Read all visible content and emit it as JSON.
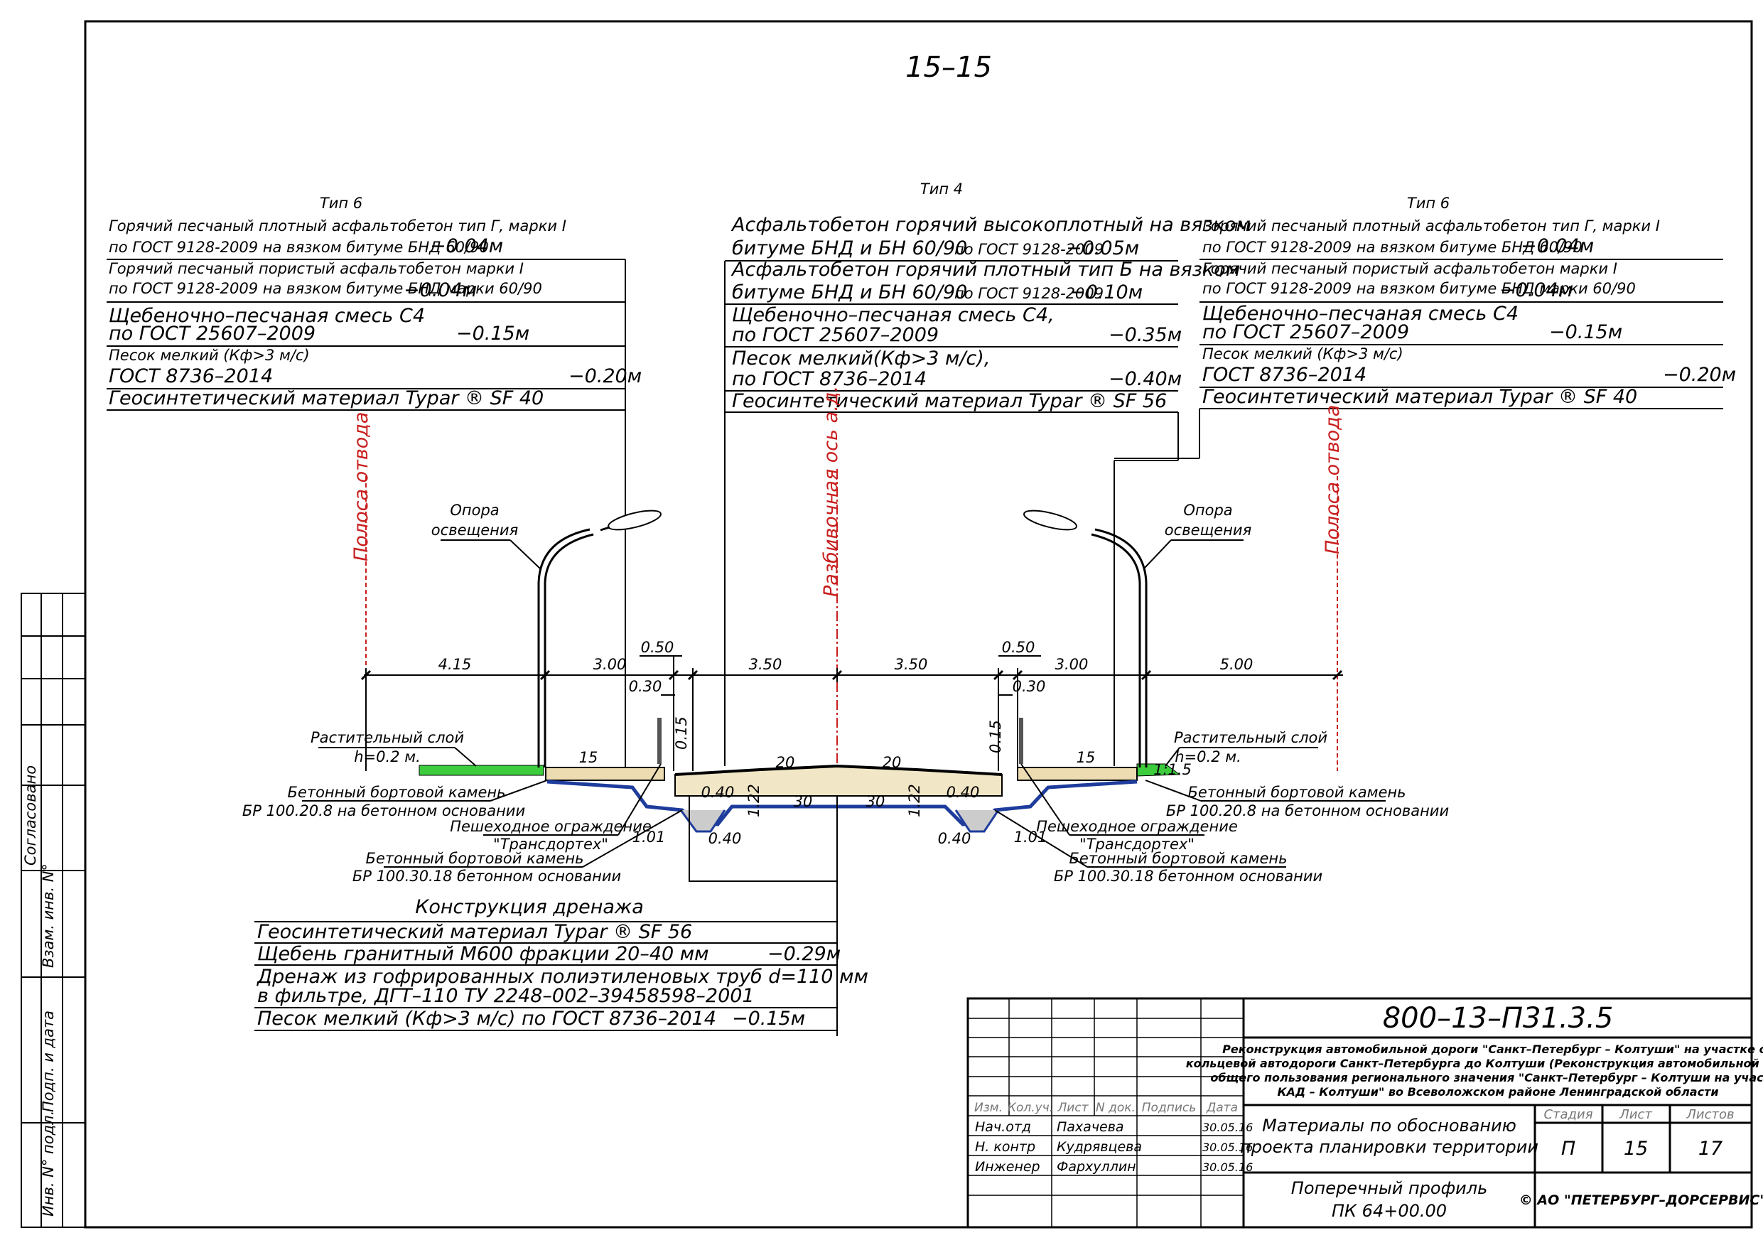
{
  "section_title": "15–15",
  "left_spec": {
    "title": "Тип 6",
    "rows": [
      {
        "line1": "Горячий песчаный плотный асфальтобетон тип Г, марки I",
        "line2": "по ГОСТ 9128-2009 на вязком битуме БНД 60/90",
        "thickness": "−0.04м"
      },
      {
        "line1": "Горячий песчаный пористый асфальтобетон марки I",
        "line2": "по ГОСТ 9128-2009 на вязком битуме БНД марки 60/90",
        "thickness": "−0.04м"
      },
      {
        "line1": "Щебеночно–песчаная смесь С4",
        "line2": "по ГОСТ 25607–2009",
        "thickness": "−0.15м"
      },
      {
        "line1": "Песок мелкий (Кф>3 м/с)",
        "line2": "ГОСТ 8736–2014",
        "thickness": "−0.20м"
      },
      {
        "line1": "Геосинтетический материал Typar ® SF 40",
        "line2": "",
        "thickness": ""
      }
    ]
  },
  "center_spec": {
    "title": "Тип 4",
    "rows": [
      {
        "line1": "Асфальтобетон горячий высокоплотный на вязком",
        "line2": "битуме БНД и БН 60/90",
        "note": "по ГОСТ 9128-2009",
        "thickness": "−0.05м"
      },
      {
        "line1": "Асфальтобетон горячий плотный тип Б на вязком",
        "line2": "битуме БНД и БН 60/90",
        "note": "по ГОСТ 9128-2009",
        "thickness": "−0.10м"
      },
      {
        "line1": "Щебеночно–песчаная смесь С4,",
        "line2": "по ГОСТ 25607–2009",
        "note": "",
        "thickness": "−0.35м"
      },
      {
        "line1": "Песок мелкий(Кф>3 м/с),",
        "line2": "по ГОСТ 8736–2014",
        "note": "",
        "thickness": "−0.40м"
      },
      {
        "line1": "Геосинтетический материал Typar ® SF 56",
        "line2": "",
        "note": "",
        "thickness": ""
      }
    ]
  },
  "right_spec": {
    "title": "Тип 6",
    "rows": [
      {
        "line1": "Горячий песчаный плотный асфальтобетон тип Г, марки I",
        "line2": "по ГОСТ 9128-2009 на вязком битуме БНД 60/90",
        "thickness": "−0.04м"
      },
      {
        "line1": "Горячий песчаный пористый асфальтобетон марки I",
        "line2": "по ГОСТ 9128-2009 на вязком битуме БНД марки 60/90",
        "thickness": "−0.04м"
      },
      {
        "line1": "Щебеночно–песчаная смесь С4",
        "line2": "по ГОСТ 25607–2009",
        "thickness": "−0.15м"
      },
      {
        "line1": "Песок мелкий (Кф>3 м/с)",
        "line2": "ГОСТ 8736–2014",
        "thickness": "−0.20м"
      },
      {
        "line1": "Геосинтетический материал Typar ® SF 40",
        "line2": "",
        "thickness": ""
      }
    ]
  },
  "drainage": {
    "title": "Конструкция дренажа",
    "rows": [
      {
        "text": "Геосинтетический материал Typar ® SF 56",
        "thickness": ""
      },
      {
        "text": "Щебень гранитный   М600 фракции 20–40 мм",
        "thickness": "−0.29м"
      },
      {
        "text": "Дренаж из гофрированных полиэтиленовых труб d=110 мм",
        "thickness": ""
      },
      {
        "text": "в фильтре, ДГТ–110 ТУ 2248–002–39458598–2001",
        "thickness": ""
      },
      {
        "text": "Песок мелкий (Кф>3 м/с) по ГОСТ 8736–2014",
        "thickness": "−0.15м"
      }
    ]
  },
  "drawing": {
    "row_boundary_label": "Полоса отвода",
    "axis_label": "Разбивочная ось а.д.",
    "lamp_label": [
      "Опора",
      "освещения"
    ],
    "soil_label": [
      "Растительный слой",
      "h=0.2 м."
    ],
    "curb_label": [
      "Бетонный бортовой камень",
      "БР 100.20.8 на бетонном основании"
    ],
    "fence_label": [
      "Пешеходное ограждение",
      "\"Трансдортех\""
    ],
    "curb2_label": [
      "Бетонный бортовой камень",
      "БР 100.30.18 бетонном основании"
    ],
    "dims_top": [
      "4.15",
      "3.00",
      "0.50",
      "3.50",
      "3.50",
      "0.50",
      "3.00",
      "5.00"
    ],
    "dims_small": [
      "0.30",
      "0.15",
      "0.30",
      "0.15"
    ],
    "slopes": [
      "15",
      "20",
      "20",
      "15",
      "1:1.5"
    ],
    "dims_lower": [
      "0.40",
      "1.22",
      "30",
      "30",
      "1.22",
      "0.40",
      "1.01",
      "0.40",
      "0.40",
      "1.01"
    ]
  },
  "stamp": {
    "code": "800–13–П31.3.5",
    "project": [
      "Реконструкция автомобильной дороги \"Санкт–Петербург – Колтуши\" на участке от",
      "кольцевой автодороги Санкт–Петербурга до Колтуши (Реконструкция автомобильной дороги",
      "общего пользования регионального значения \"Санкт–Петербург – Колтуши на участке",
      "КАД – Колтуши\" во Всеволожском районе Ленинградской области"
    ],
    "headers": [
      "Изм.",
      "Кол.уч.",
      "Лист",
      "N док.",
      "Подпись",
      "Дата"
    ],
    "people": [
      {
        "role": "Нач.отд",
        "name": "Пахачева",
        "date": "30.05.16"
      },
      {
        "role": "Н. контр",
        "name": "Кудрявцева",
        "date": "30.05.16"
      },
      {
        "role": "Инженер",
        "name": "Фархуллин",
        "date": "30.05.16"
      }
    ],
    "materials": [
      "Материалы по обоснованию",
      "проекта планировки территории"
    ],
    "stage_header": "Стадия",
    "sheet_header": "Лист",
    "sheets_header": "Листов",
    "stage": "П",
    "sheet": "15",
    "sheets": "17",
    "sheet_title": [
      "Поперечный профиль",
      "ПК 64+00.00"
    ],
    "company": "© АО \"ПЕТЕРБУРГ–ДОРСЕРВИС\""
  },
  "side_stamp": [
    "Согласовано",
    "Взам. инв. N°",
    "Подп. и дата",
    "Инв. N° подл."
  ]
}
